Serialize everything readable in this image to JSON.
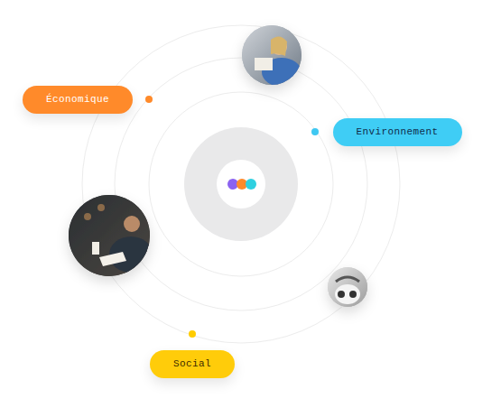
{
  "diagram": {
    "nodes": [
      {
        "text": [
          "Économique"
        ]
      },
      {
        "text": [
          "Environnement"
        ]
      },
      {
        "text": [
          "Social"
        ]
      }
    ]
  }
}
